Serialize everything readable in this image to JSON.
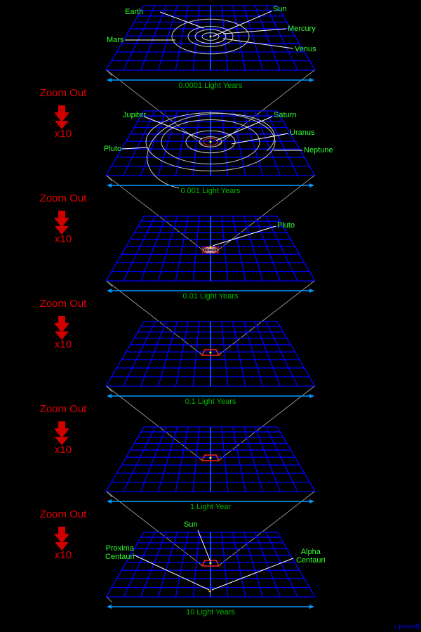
{
  "panels": [
    {
      "scale": "0.0001 Light Years",
      "labels": [
        "Earth",
        "Sun",
        "Mercury",
        "Mars",
        "Venus"
      ]
    },
    {
      "scale": "0.001 Light Years",
      "labels": [
        "Jupiter",
        "Saturn",
        "Uranus",
        "Pluto",
        "Neptune"
      ]
    },
    {
      "scale": "0.01 Light Years",
      "labels": [
        "Pluto"
      ]
    },
    {
      "scale": "0.1 Light Years",
      "labels": []
    },
    {
      "scale": "1 Light Year",
      "labels": []
    },
    {
      "scale": "10 Light Years",
      "labels": [
        "Sun",
        "Proxima\nCentauri",
        "Alpha\nCentauri"
      ]
    }
  ],
  "zoom": {
    "label": "Zoom Out",
    "factor": "x10"
  },
  "signature": "r powell",
  "colors": {
    "grid": "#0000ff",
    "axis": "#0050ff",
    "label": "#33ff33",
    "scale_text": "#00b800",
    "scale_arrow": "#0099ff",
    "zoom_text": "#e00000",
    "orbit": "#c8c8c8"
  }
}
